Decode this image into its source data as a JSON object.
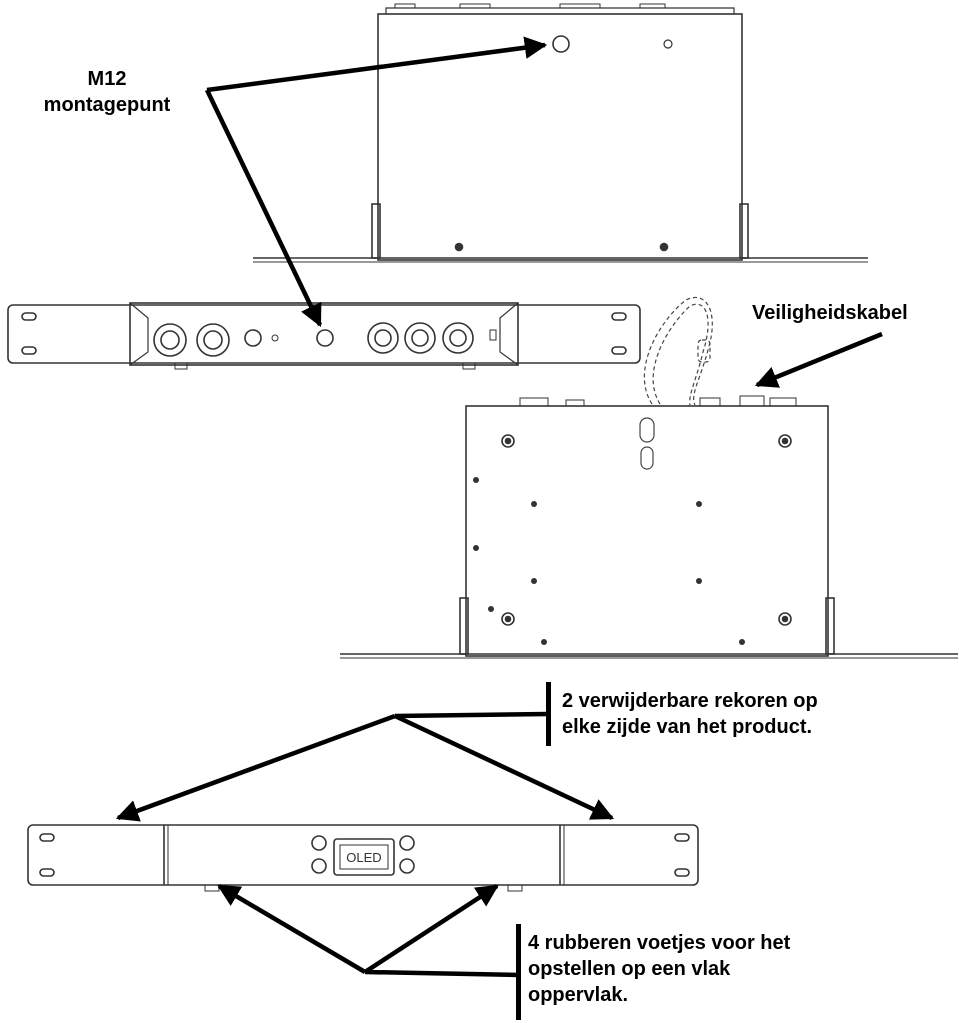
{
  "labels": {
    "m12": {
      "line1": "M12",
      "line2": "montagepunt"
    },
    "safety_cable": "Veiligheidskabel",
    "rack_ears": {
      "line1": "2 verwijderbare rekoren op",
      "line2": "elke zijde van het product."
    },
    "rubber_feet": {
      "line1": "4 rubberen voetjes voor het",
      "line2": "opstellen op een vlak",
      "line3": "oppervlak."
    }
  },
  "display": {
    "text": "OLED"
  },
  "colors": {
    "line": "#000000",
    "drawing": "#333333",
    "background": "#ffffff"
  }
}
